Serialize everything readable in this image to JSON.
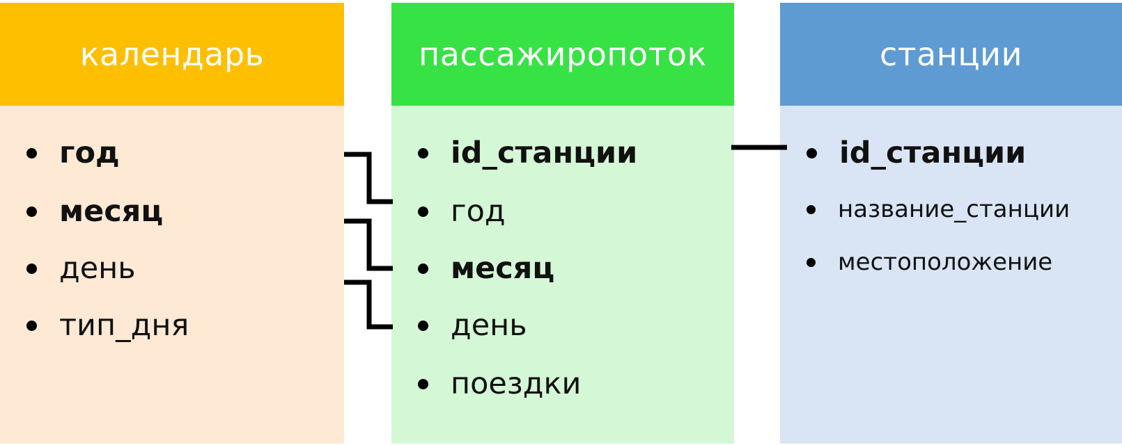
{
  "tables": {
    "calendar": {
      "title": "календарь",
      "header_color": "#fdbf00",
      "body_color": "#fde9d4",
      "fields": [
        {
          "label": "год",
          "key": true
        },
        {
          "label": "месяц",
          "key": true
        },
        {
          "label": "день",
          "key": false
        },
        {
          "label": "тип_дня",
          "key": false
        }
      ]
    },
    "ridership": {
      "title": "пассажиропоток",
      "header_color": "#37e245",
      "body_color": "#d4f7d5",
      "fields": [
        {
          "label": "id_станции",
          "key": true
        },
        {
          "label": "год",
          "key": false
        },
        {
          "label": "месяц",
          "key": true
        },
        {
          "label": "день",
          "key": false
        },
        {
          "label": "поездки",
          "key": false
        }
      ]
    },
    "stations": {
      "title": "станции",
      "header_color": "#5f9bd3",
      "body_color": "#d9e5f4",
      "fields": [
        {
          "label": "id_станции",
          "key": true
        },
        {
          "label": "название_станции",
          "key": false
        },
        {
          "label": "местоположение",
          "key": false
        }
      ]
    }
  },
  "relations": [
    {
      "from": "calendar.год",
      "to": "ridership.год"
    },
    {
      "from": "calendar.месяц",
      "to": "ridership.месяц"
    },
    {
      "from": "calendar.день",
      "to": "ridership.день"
    },
    {
      "from": "ridership.id_станции",
      "to": "stations.id_станции"
    }
  ]
}
